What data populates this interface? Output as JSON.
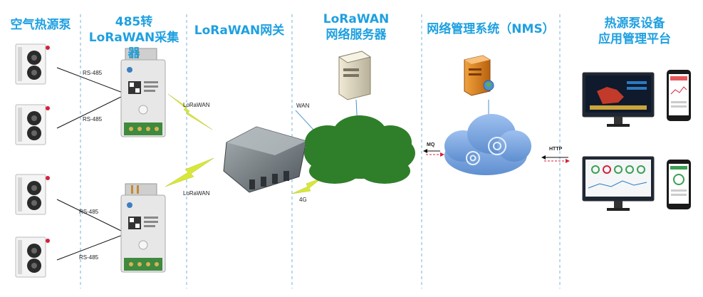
{
  "columns": [
    {
      "id": "heat-pump",
      "line1": "空气热源泵",
      "line2": ""
    },
    {
      "id": "collector",
      "line1": "485转",
      "line2": "LoRaWAN采集器"
    },
    {
      "id": "gateway",
      "line1": "LoRaWAN网关",
      "line2": ""
    },
    {
      "id": "network-server",
      "line1": "LoRaWAN",
      "line2": "网络服务器"
    },
    {
      "id": "nms",
      "line1": "网络管理系统（NMS）",
      "line2": ""
    },
    {
      "id": "app-platform",
      "line1": "热源泵设备",
      "line2": "应用管理平台"
    }
  ],
  "links": {
    "rs485_1": "RS-485",
    "rs485_2": "RS-485",
    "rs485_3": "RS-485",
    "rs485_4": "RS-485",
    "lorawan_top": "LoRaWAN",
    "lorawan_bottom": "LoRaWAN",
    "wan": "WAN",
    "cellular": "4G",
    "mq": "MQ",
    "http": "HTTP"
  },
  "colors": {
    "title": "#1fa0e0",
    "divider": "#6fb6dc",
    "cloud_green": "#2f7f2a",
    "cloud_blue": "#6f9fd8",
    "lightning": "#d8e83a",
    "arrow_red": "#d6213a"
  }
}
